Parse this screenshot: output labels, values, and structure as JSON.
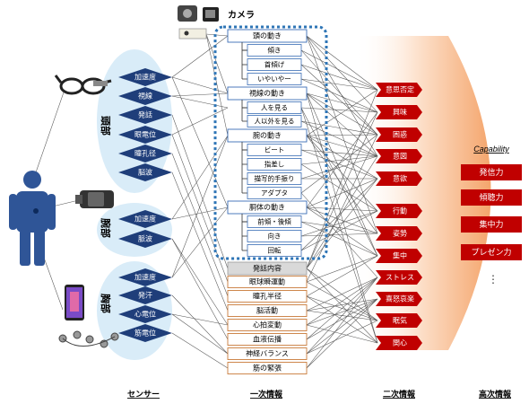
{
  "camera_label": "カメラ",
  "sensor_groups": [
    {
      "group_label": "頭部",
      "sensors": [
        "加速度",
        "視線",
        "発話",
        "眼電位",
        "瞳孔径",
        "脳波"
      ]
    },
    {
      "group_label": "腕部",
      "sensors": [
        "加速度",
        "脈波"
      ]
    },
    {
      "group_label": "胸部",
      "sensors": [
        "加速度",
        "発汗",
        "心電位",
        "筋電位"
      ]
    }
  ],
  "primary_info": {
    "groups": [
      {
        "title": "頭の動き",
        "items": [
          "傾き",
          "首傾げ",
          "いやいやー"
        ]
      },
      {
        "title": "視線の動き",
        "items": [
          "人を見る",
          "人以外を見る"
        ]
      },
      {
        "title": "腕の動き",
        "items": [
          "ビート",
          "指差し",
          "描写的手振り",
          "アダプタ"
        ]
      },
      {
        "title": "胴体の動き",
        "items": [
          "前傾・後傾",
          "向き",
          "回転"
        ]
      }
    ],
    "speech": "発話内容",
    "physio": [
      "眼球瞬運動",
      "瞳孔半径",
      "脳活動",
      "心拍変動",
      "血液伝播",
      "神経バランス",
      "筋の緊張"
    ]
  },
  "secondary_info": [
    "意思否定",
    "興味",
    "困惑",
    "意図",
    "意欲",
    "行動",
    "姿勢",
    "集中",
    "ストレス",
    "喜怒哀楽",
    "眠気",
    "関心"
  ],
  "capability": {
    "title": "Capability",
    "items": [
      "発信力",
      "傾聴力",
      "集中力",
      "プレゼン力"
    ],
    "ellipsis": "⋮"
  },
  "footer_labels": {
    "sensors": "センサー",
    "primary": "一次情報",
    "secondary": "二次情報",
    "advanced": "高次情報"
  },
  "colors": {
    "sensor_diamond": "#1f3e7a",
    "sensor_ellipse": "#d9ecf8",
    "primary_box_border": "#3a6db5",
    "physio_border": "#c97b3a",
    "secondary_box": "#c00000",
    "capability_box": "#c00000",
    "camera_frame": "#2e75b6",
    "person": "#2f5597",
    "fan_orange": "#f4b183"
  }
}
